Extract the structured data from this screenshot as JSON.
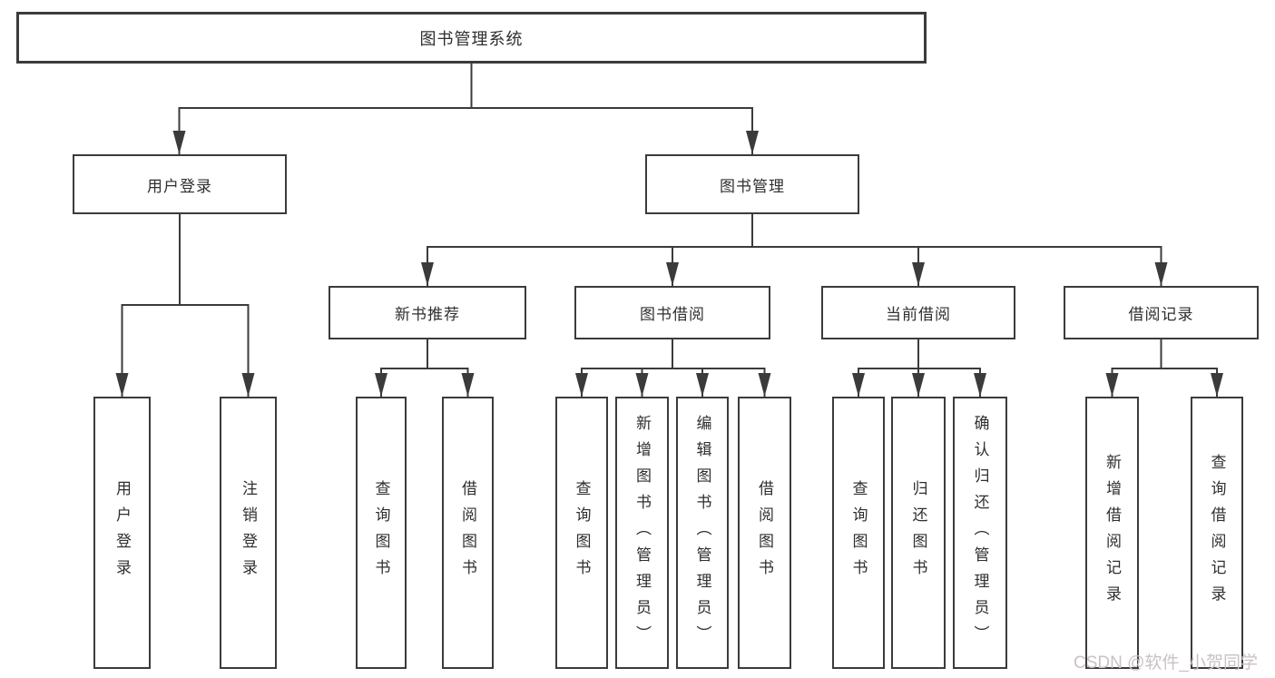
{
  "tree": {
    "label": "图书管理系统",
    "children": [
      {
        "label": "用户登录",
        "children": [
          {
            "label": "用户登录"
          },
          {
            "label": "注销登录"
          }
        ]
      },
      {
        "label": "图书管理",
        "children": [
          {
            "label": "新书推荐",
            "children": [
              {
                "label": "查询图书"
              },
              {
                "label": "借阅图书"
              }
            ]
          },
          {
            "label": "图书借阅",
            "children": [
              {
                "label": "查询图书"
              },
              {
                "label": "新增图书（管理员）"
              },
              {
                "label": "编辑图书（管理员）"
              },
              {
                "label": "借阅图书"
              }
            ]
          },
          {
            "label": "当前借阅",
            "children": [
              {
                "label": "查询图书"
              },
              {
                "label": "归还图书"
              },
              {
                "label": "确认归还（管理员）"
              }
            ]
          },
          {
            "label": "借阅记录",
            "children": [
              {
                "label": "新增借阅记录"
              },
              {
                "label": "查询借阅记录"
              }
            ]
          }
        ]
      }
    ]
  },
  "watermark": {
    "text": "CSDN @软件_小贺同学"
  },
  "colors": {
    "background": "#ffffff",
    "box_fill": "#ffffff",
    "box_border": "#3b3b3b",
    "connector": "#3b3b3b",
    "text": "#2f2f2f",
    "watermark": "#cac2c2"
  }
}
